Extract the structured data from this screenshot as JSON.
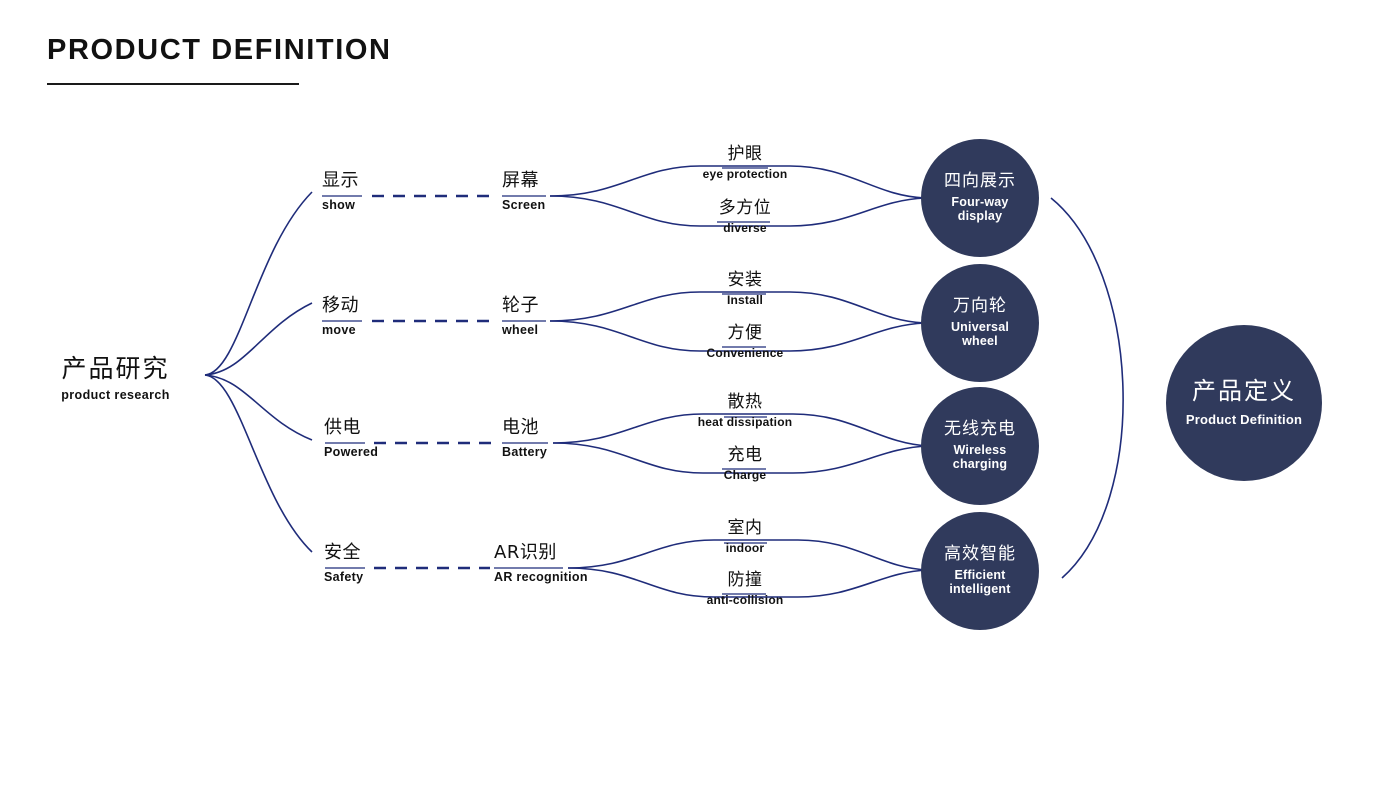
{
  "slide": {
    "title": "PRODUCT DEFINITION",
    "background": "#ffffff",
    "accent_navy": "#303A5C",
    "line_navy": "#1F2C7A"
  },
  "diagram": {
    "type": "mind-map",
    "root": {
      "cn": "产品研究",
      "en": "product research"
    },
    "branches": [
      {
        "level1": {
          "cn": "显示",
          "en": "show"
        },
        "level2": {
          "cn": "屏幕",
          "en": "Screen"
        },
        "leaves": [
          {
            "cn": "护眼",
            "en": "eye protection"
          },
          {
            "cn": "多方位",
            "en": "diverse"
          }
        ],
        "result": {
          "cn": "四向展示",
          "en_line1": "Four-way",
          "en_line2": "display"
        }
      },
      {
        "level1": {
          "cn": "移动",
          "en": "move"
        },
        "level2": {
          "cn": "轮子",
          "en": "wheel"
        },
        "leaves": [
          {
            "cn": "安装",
            "en": "Install"
          },
          {
            "cn": "方便",
            "en": "Convenience"
          }
        ],
        "result": {
          "cn": "万向轮",
          "en_line1": "Universal",
          "en_line2": "wheel"
        }
      },
      {
        "level1": {
          "cn": "供电",
          "en": "Powered"
        },
        "level2": {
          "cn": "电池",
          "en": "Battery"
        },
        "leaves": [
          {
            "cn": "散热",
            "en": "heat dissipation"
          },
          {
            "cn": "充电",
            "en": "Charge"
          }
        ],
        "result": {
          "cn": "无线充电",
          "en_line1": "Wireless",
          "en_line2": "charging"
        }
      },
      {
        "level1": {
          "cn": "安全",
          "en": "Safety"
        },
        "level2": {
          "cn": "AR识别",
          "en": "AR recognition"
        },
        "leaves": [
          {
            "cn": "室内",
            "en": "indoor"
          },
          {
            "cn": "防撞",
            "en": "anti-collision"
          }
        ],
        "result": {
          "cn": "高效智能",
          "en_line1": "Efficient",
          "en_line2": "intelligent"
        }
      }
    ],
    "final": {
      "cn": "产品定义",
      "en": "Product Definition"
    }
  }
}
